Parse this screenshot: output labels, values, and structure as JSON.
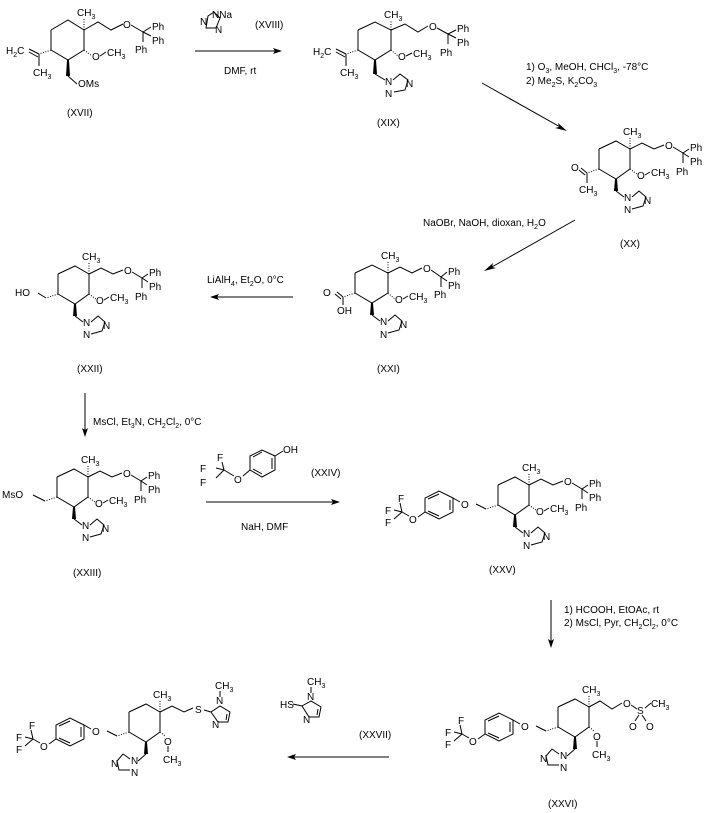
{
  "scheme": {
    "title": "Synthesis scheme (XVII) to final imidazolyl thioether",
    "compounds": [
      {
        "id": "XVII",
        "label": "(XVII)",
        "groups": {
          "methyl": "CH3",
          "ether": "O",
          "trityl": [
            "Ph",
            "Ph",
            "Ph"
          ],
          "methoxy": "O-CH3",
          "isopropenyl": [
            "H2C",
            "CH3"
          ],
          "leaving_group": "OMs"
        }
      },
      {
        "id": "XVIII",
        "label": "(XVIII)",
        "groups": {
          "reagent": "sodium 1,2,4-triazolide",
          "atoms": [
            "NNa",
            "N",
            "N"
          ]
        }
      },
      {
        "id": "XIX",
        "label": "(XIX)",
        "groups": {
          "methyl": "CH3",
          "ether": "O",
          "trityl": [
            "Ph",
            "Ph",
            "Ph"
          ],
          "methoxy": "O-CH3",
          "isopropenyl": [
            "H2C",
            "CH3"
          ],
          "triazole": [
            "N",
            "N",
            "N"
          ]
        }
      },
      {
        "id": "XX",
        "label": "(XX)",
        "groups": {
          "methyl": "CH3",
          "ether": "O",
          "trityl": [
            "Ph",
            "Ph",
            "Ph"
          ],
          "methoxy": "O-CH3",
          "acetyl": [
            "O",
            "CH3"
          ],
          "triazole": [
            "N",
            "N",
            "N"
          ]
        }
      },
      {
        "id": "XXI",
        "label": "(XXI)",
        "groups": {
          "methyl": "CH3",
          "ether": "O",
          "trityl": [
            "Ph",
            "Ph",
            "Ph"
          ],
          "methoxy": "O-CH3",
          "acid": [
            "O",
            "OH"
          ],
          "triazole": [
            "N",
            "N",
            "N"
          ]
        }
      },
      {
        "id": "XXII",
        "label": "(XXII)",
        "groups": {
          "methyl": "CH3",
          "ether": "O",
          "trityl": [
            "Ph",
            "Ph",
            "Ph"
          ],
          "methoxy": "O-CH3",
          "alcohol": "HO",
          "triazole": [
            "N",
            "N",
            "N"
          ]
        }
      },
      {
        "id": "XXIII",
        "label": "(XXIII)",
        "groups": {
          "methyl": "CH3",
          "ether": "O",
          "trityl": [
            "Ph",
            "Ph",
            "Ph"
          ],
          "methoxy": "O-CH3",
          "mesylate": "MsO",
          "triazole": [
            "N",
            "N",
            "N"
          ]
        }
      },
      {
        "id": "XXIV",
        "label": "(XXIV)",
        "groups": {
          "phenol": "OH",
          "ocf3": [
            "F",
            "F",
            "F",
            "O"
          ]
        }
      },
      {
        "id": "XXV",
        "label": "(XXV)",
        "groups": {
          "methyl": "CH3",
          "ether": "O",
          "trityl": [
            "Ph",
            "Ph",
            "Ph"
          ],
          "methoxy": "O-CH3",
          "aryl_ether": "O",
          "ocf3": [
            "F",
            "F",
            "F",
            "O"
          ],
          "triazole": [
            "N",
            "N",
            "N"
          ]
        }
      },
      {
        "id": "XXVI",
        "label": "(XXVI)",
        "groups": {
          "methyl": "CH3",
          "mesylate": [
            "O",
            "S",
            "CH3",
            "O",
            "O"
          ],
          "methoxy": [
            "O",
            "CH3"
          ],
          "aryl_ether": "O",
          "ocf3": [
            "F",
            "F",
            "F",
            "O"
          ],
          "triazole": [
            "N",
            "N",
            "N"
          ]
        }
      },
      {
        "id": "XXVII",
        "label": "(XXVII)",
        "groups": {
          "thiol": "HS",
          "imidazole": [
            "N",
            "N"
          ],
          "n_methyl": "CH3"
        }
      },
      {
        "id": "final",
        "label": "",
        "groups": {
          "methyl": "CH3",
          "thioether": "S",
          "imidazole": [
            "N",
            "N"
          ],
          "n_methyl": "CH3",
          "methoxy": [
            "O",
            "CH3"
          ],
          "aryl_ether": "O",
          "ocf3": [
            "F",
            "F",
            "F",
            "O"
          ],
          "triazole": [
            "N",
            "N",
            "N"
          ]
        }
      }
    ],
    "steps": [
      {
        "from": "XVII",
        "to": "XIX",
        "reagent_label": "(XVIII)",
        "conditions": [
          "DMF, rt"
        ]
      },
      {
        "from": "XIX",
        "to": "XX",
        "conditions": [
          "1)  O3, MeOH, CHCl3, -78°C",
          "2)  Me2S, K2CO3"
        ]
      },
      {
        "from": "XX",
        "to": "XXI",
        "conditions": [
          "NaOBr, NaOH, dioxan, H2O"
        ]
      },
      {
        "from": "XXI",
        "to": "XXII",
        "conditions": [
          "LiAlH4, Et2O,  0°C"
        ]
      },
      {
        "from": "XXII",
        "to": "XXIII",
        "conditions": [
          "MsCl, Et3N, CH2Cl2,  0°C"
        ]
      },
      {
        "from": "XXIII",
        "to": "XXV",
        "reagent_label": "(XXIV)",
        "conditions": [
          "NaH, DMF"
        ]
      },
      {
        "from": "XXV",
        "to": "XXVI",
        "conditions": [
          "1) HCOOH, EtOAc, rt",
          "2) MsCl, Pyr, CH2Cl2, 0°C"
        ]
      },
      {
        "from": "XXVI",
        "to": "final",
        "reagent_label": "(XXVII)",
        "conditions": []
      }
    ]
  },
  "text": {
    "ch3": "CH",
    "sub3": "3",
    "o": "O",
    "ph": "Ph",
    "n": "N",
    "nna": "NNa",
    "h2c_h": "H",
    "h2c_2": "2",
    "h2c_c": "C",
    "oms": "OMs",
    "mso": "MsO",
    "ho": "HO",
    "oh": "OH",
    "s": "S",
    "hs": "HS",
    "f": "F",
    "c_xvii": "(XVII)",
    "c_xviii": "(XVIII)",
    "c_xix": "(XIX)",
    "c_xx": "(XX)",
    "c_xxi": "(XXI)",
    "c_xxii": "(XXII)",
    "c_xxiii": "(XXIII)",
    "c_xxiv": "(XXIV)",
    "c_xxv": "(XXV)",
    "c_xxvi": "(XXVI)",
    "c_xxvii": "(XXVII)",
    "s1": "DMF, rt",
    "s2a_1": "1)  O",
    "s2a_2": "3",
    "s2a_3": ", MeOH, CHCl",
    "s2a_4": "3",
    "s2a_5": ", -78°C",
    "s2b_1": "2)  Me",
    "s2b_2": "2",
    "s2b_3": "S, K",
    "s2b_4": "2",
    "s2b_5": "CO",
    "s2b_6": "3",
    "s3_1": "NaOBr, NaOH, dioxan, H",
    "s3_2": "2",
    "s3_3": "O",
    "s4_1": "LiAlH",
    "s4_2": "4",
    "s4_3": ", Et",
    "s4_4": "2",
    "s4_5": "O,  0°C",
    "s5_1": "MsCl, Et",
    "s5_2": "3",
    "s5_3": "N, CH",
    "s5_4": "2",
    "s5_5": "Cl",
    "s5_6": "2",
    "s5_7": ",  0°C",
    "s6": "NaH, DMF",
    "s7a": "1) HCOOH, EtOAc, rt",
    "s7b_1": "2) MsCl, Pyr, CH",
    "s7b_2": "2",
    "s7b_3": "Cl",
    "s7b_4": "2",
    "s7b_5": ", 0°C"
  }
}
